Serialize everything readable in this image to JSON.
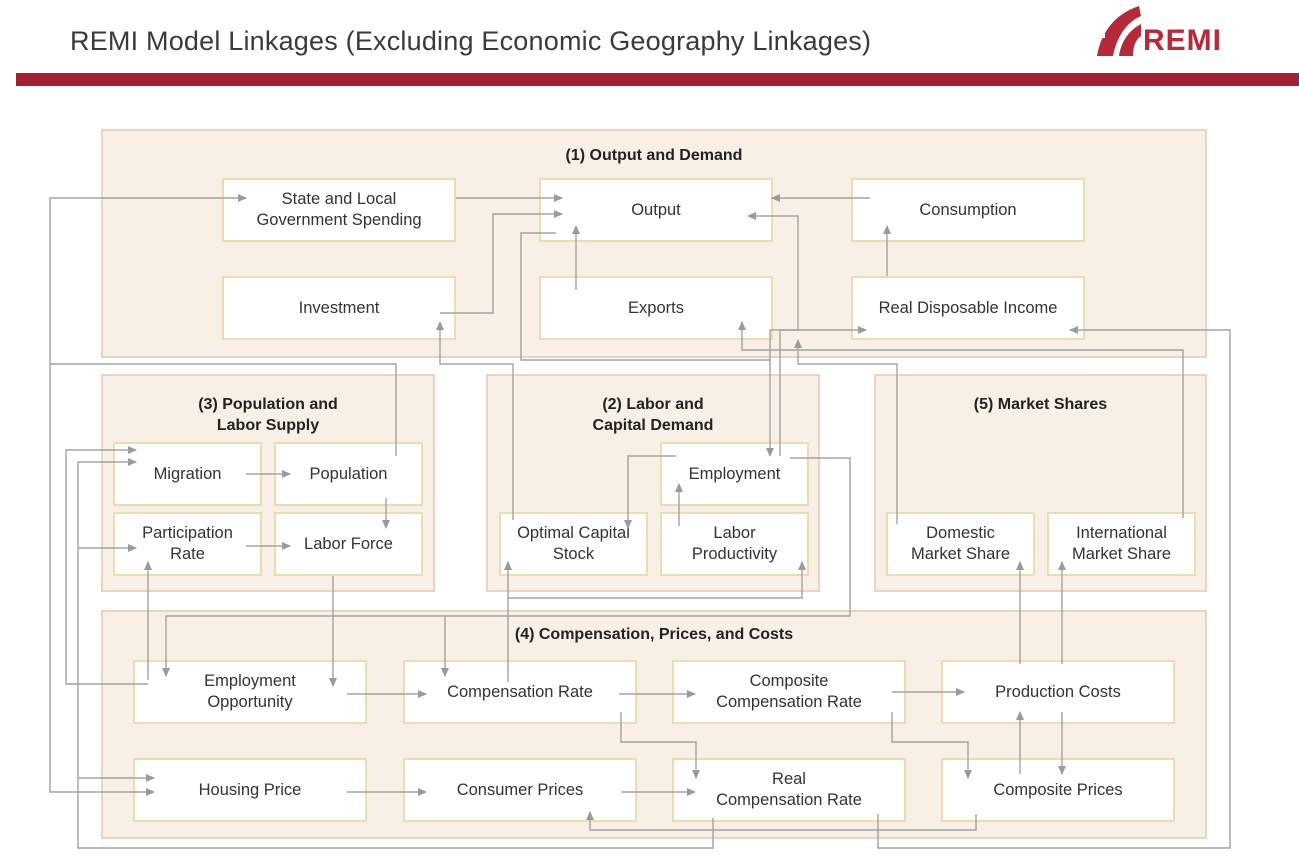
{
  "title": "REMI Model Linkages (Excluding Economic Geography Linkages)",
  "logo": {
    "text": "REMI",
    "brand_color": "#b52a3a",
    "rule_color": "#a41e34"
  },
  "panels": {
    "output_demand": "(1) Output and Demand",
    "population": "(3) Population and\nLabor Supply",
    "labor_capital": "(2) Labor and\nCapital Demand",
    "market_shares": "(5) Market Shares",
    "compensation": "(4) Compensation, Prices, and Costs"
  },
  "boxes": {
    "state_local_gov": "State and Local\nGovernment Spending",
    "output": "Output",
    "consumption": "Consumption",
    "investment": "Investment",
    "exports": "Exports",
    "real_disposable_income": "Real Disposable Income",
    "migration": "Migration",
    "population": "Population",
    "participation_rate": "Participation\nRate",
    "labor_force": "Labor Force",
    "employment": "Employment",
    "optimal_capital_stock": "Optimal Capital\nStock",
    "labor_productivity": "Labor\nProductivity",
    "domestic_market_share": "Domestic\nMarket Share",
    "international_market_share": "International\nMarket Share",
    "employment_opportunity": "Employment\nOpportunity",
    "compensation_rate": "Compensation Rate",
    "composite_compensation_rate": "Composite\nCompensation Rate",
    "production_costs": "Production Costs",
    "housing_price": "Housing Price",
    "consumer_prices": "Consumer Prices",
    "real_compensation_rate": "Real\nCompensation Rate",
    "composite_prices": "Composite Prices"
  }
}
